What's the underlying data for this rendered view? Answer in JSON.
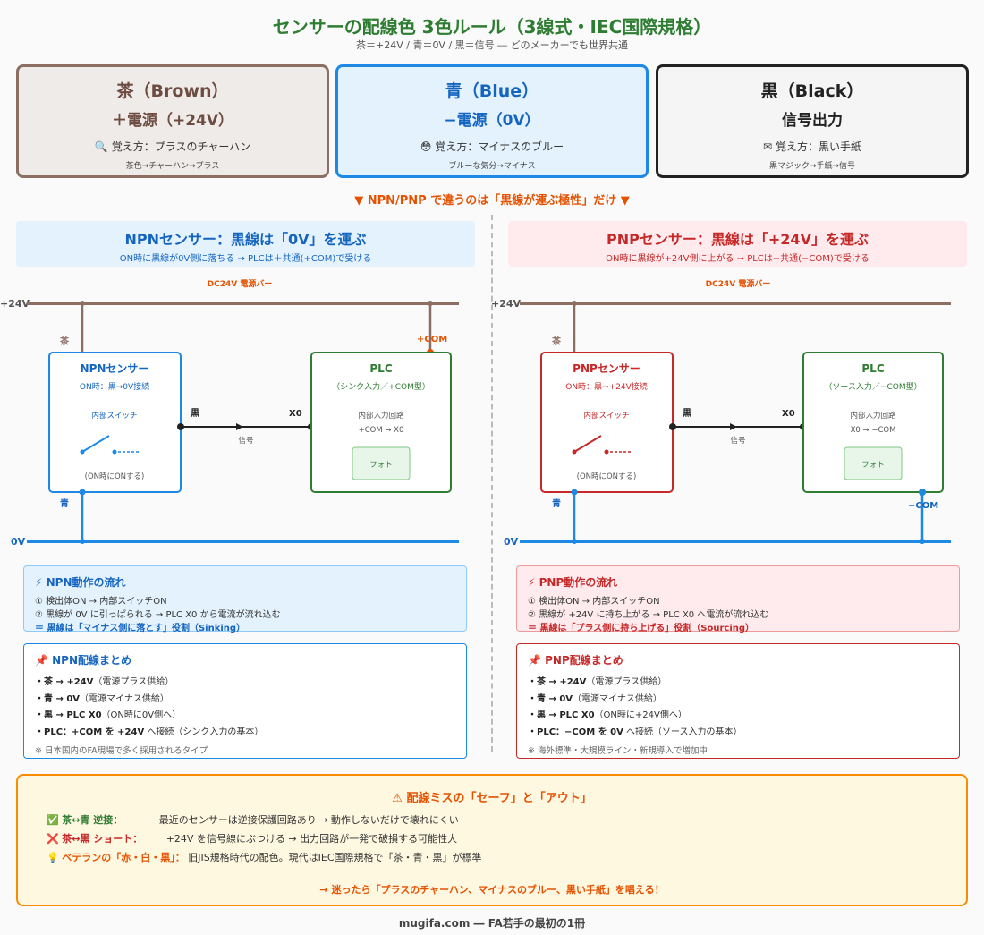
{
  "header": {
    "title": "センサーの配線色 3色ルール（3線式・IEC国際規格）",
    "subtitle": "茶＝+24V / 青＝0V / 黒＝信号 ― どのメーカーでも世界共通"
  },
  "color_cards": [
    {
      "name": "茶（Brown）",
      "role": "＋電源（+24V）",
      "mnemonic": "覚え方：プラスのチャーハン",
      "hint": "茶色→チャーハン→プラス",
      "icon": "magnifier-icon",
      "color": "#8d6e63"
    },
    {
      "name": "青（Blue）",
      "role": "−電源（0V）",
      "mnemonic": "覚え方：マイナスのブルー",
      "hint": "ブルーな気分→マイナス",
      "icon": "sad-face-icon",
      "color": "#1e88e5"
    },
    {
      "name": "黒（Black）",
      "role": "信号出力",
      "mnemonic": "覚え方：黒い手紙",
      "hint": "黒マジック→手紙→信号",
      "icon": "envelope-icon",
      "color": "#222222"
    }
  ],
  "mid_note": "▼ NPN/PNP で違うのは「黒線が運ぶ極性」だけ ▼",
  "npn": {
    "heading": "NPNセンサー：黒線は「0V」を運ぶ",
    "heading_sub": "ON時に黒線が0V側に落ちる → PLCは＋共通(+COM)で受ける",
    "circuit": {
      "bar_label": "DC24V 電源バー",
      "plus_label": "+24V",
      "zero_label": "0V",
      "brown_label": "茶",
      "blue_label": "青",
      "black_label": "黒",
      "x0_label": "X0",
      "signal_label": "信号",
      "com_label": "+COM",
      "sensor_title": "NPNセンサー",
      "sensor_sub": "ON時：黒→0V接続",
      "switch_label": "内部スイッチ",
      "switch_note": "(ON時にONする)",
      "plc_title": "PLC",
      "plc_sub": "（シンク入力／+COM型）",
      "plc_circuit": "内部入力回路",
      "plc_path": "+COM → X0",
      "photo_label": "フォト"
    },
    "flow": {
      "title": "NPN動作の流れ",
      "lines": [
        "① 検出体ON → 内部スイッチON",
        "② 黒線が 0V に引っぱられる → PLC X0 から電流が流れ込む"
      ],
      "conclusion": "＝ 黒線は「マイナス側に落とす」役割（Sinking）"
    },
    "wiring": {
      "title": "NPN配線まとめ",
      "items": [
        {
          "key": "・茶 → +24V",
          "desc": "（電源プラス供給）"
        },
        {
          "key": "・青 → 0V",
          "desc": "（電源マイナス供給）"
        },
        {
          "key": "・黒 → PLC X0",
          "desc": "（ON時に0V側へ）"
        },
        {
          "key": "・PLC：+COM を +24V",
          "desc": " へ接続（シンク入力の基本）"
        }
      ],
      "note": "※ 日本国内のFA現場で多く採用されるタイプ"
    }
  },
  "pnp": {
    "heading": "PNPセンサー：黒線は「+24V」を運ぶ",
    "heading_sub": "ON時に黒線が+24V側に上がる → PLCは−共通(−COM)で受ける",
    "circuit": {
      "bar_label": "DC24V 電源バー",
      "plus_label": "+24V",
      "zero_label": "0V",
      "brown_label": "茶",
      "blue_label": "青",
      "black_label": "黒",
      "x0_label": "X0",
      "signal_label": "信号",
      "com_label": "−COM",
      "sensor_title": "PNPセンサー",
      "sensor_sub": "ON時：黒→+24V接続",
      "switch_label": "内部スイッチ",
      "switch_note": "(ON時にONする)",
      "plc_title": "PLC",
      "plc_sub": "（ソース入力／−COM型）",
      "plc_circuit": "内部入力回路",
      "plc_path": "X0 → −COM",
      "photo_label": "フォト"
    },
    "flow": {
      "title": "PNP動作の流れ",
      "lines": [
        "① 検出体ON → 内部スイッチON",
        "② 黒線が +24V に持ち上がる → PLC X0 へ電流が流れ込む"
      ],
      "conclusion": "＝ 黒線は「プラス側に持ち上げる」役割（Sourcing）"
    },
    "wiring": {
      "title": "PNP配線まとめ",
      "items": [
        {
          "key": "・茶 → +24V",
          "desc": "（電源プラス供給）"
        },
        {
          "key": "・青 → 0V",
          "desc": "（電源マイナス供給）"
        },
        {
          "key": "・黒 → PLC X0",
          "desc": "（ON時に+24V側へ）"
        },
        {
          "key": "・PLC：−COM を 0V",
          "desc": " へ接続（ソース入力の基本）"
        }
      ],
      "note": "※ 海外標準・大規模ライン・新規導入で増加中"
    }
  },
  "warning": {
    "title": "⚠ 配線ミスの「セーフ」と「アウト」",
    "rows": [
      {
        "key": "茶↔青 逆接：",
        "desc": "最近のセンサーは逆接保護回路あり → 動作しないだけで壊れにくい",
        "icon": "check-icon"
      },
      {
        "key": "茶↔黒 ショート：",
        "desc": "+24V を信号線にぶつける → 出力回路が一発で破損する可能性大",
        "icon": "cross-icon"
      },
      {
        "key": "ベテランの「赤・白・黒」：",
        "desc": "旧JIS規格時代の配色。現代はIEC国際規格で「茶・青・黒」が標準",
        "icon": "lightbulb-icon"
      }
    ],
    "footer": "→ 迷ったら「プラスのチャーハン、マイナスのブルー、黒い手紙」を唱える！"
  },
  "footer": "mugifa.com ― FA若手の最初の1冊",
  "colors": {
    "brown": "#8d6e63",
    "blue": "#1e88e5",
    "black": "#222222",
    "npn_accent": "#1565c0",
    "pnp_accent": "#c62828",
    "warning": "#e65100",
    "plc_green": "#2e7d32"
  }
}
